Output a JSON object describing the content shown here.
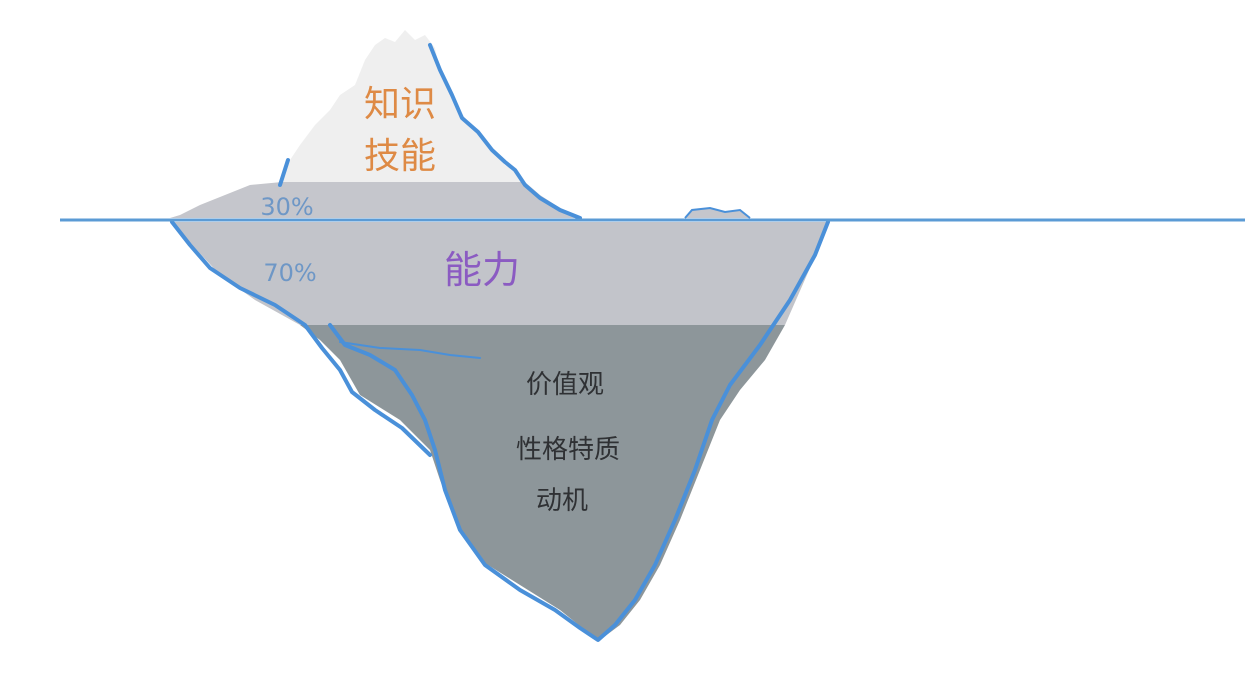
{
  "diagram": {
    "layers": {
      "visible": {
        "line1": "知识",
        "line2": "技能",
        "color": "#de8a45"
      },
      "percent_above": "30%",
      "percent_below": "70%",
      "percent_color": "#6e97c6",
      "middle": {
        "label": "能力",
        "color": "#8b5bc2"
      },
      "deep": {
        "items": [
          "价值观",
          "性格特质",
          "动机"
        ],
        "color": "#2f3134"
      }
    },
    "colors": {
      "water_line": "#5b9bd5",
      "outline": "#4a90d9",
      "snow": "#efefef",
      "shallow": "#c5c6cc",
      "middle_band": "#c2c4ca",
      "deep": "#8d969a",
      "background": "#ffffff"
    }
  }
}
